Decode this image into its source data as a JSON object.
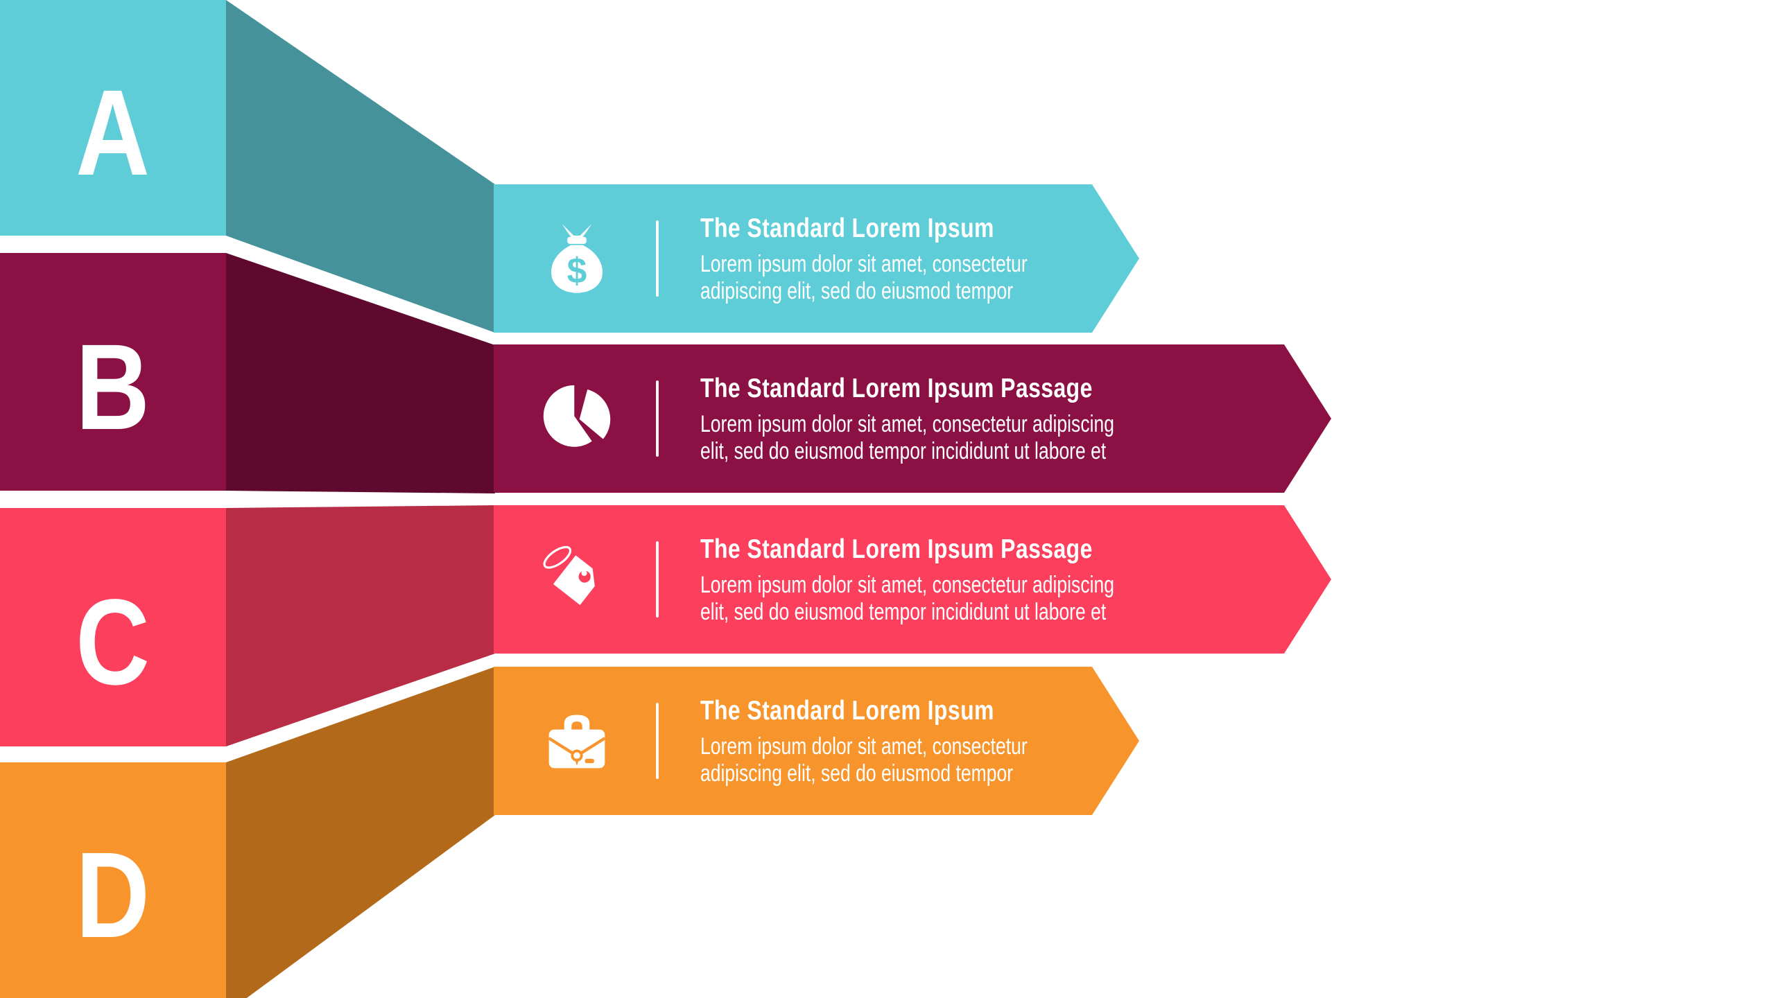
{
  "page": {
    "background": "#ffffff",
    "type": "four-step infographic list"
  },
  "rows": [
    {
      "letter": "A",
      "color": "#5ECDD8",
      "ribbon_color": "#45929A",
      "icon": "money-bag-icon",
      "currency_symbol": "$",
      "title": "The Standard Lorem Ipsum",
      "body_lines": [
        "Lorem ipsum dolor sit amet, consectetur",
        "adipiscing elit, sed do eiusmod tempor"
      ]
    },
    {
      "letter": "B",
      "color": "#8B1044",
      "ribbon_color": "#5F092F",
      "icon": "pie-chart-icon",
      "title": "The Standard Lorem Ipsum Passage",
      "body_lines": [
        "Lorem ipsum dolor sit amet, consectetur adipiscing",
        "elit, sed do eiusmod tempor incididunt ut labore et"
      ]
    },
    {
      "letter": "C",
      "color": "#FC3F5D",
      "ribbon_color": "#B82C46",
      "icon": "price-tag-icon",
      "title": "The Standard Lorem Ipsum Passage",
      "body_lines": [
        "Lorem ipsum dolor sit amet, consectetur adipiscing",
        "elit, sed do eiusmod tempor incididunt ut labore et"
      ]
    },
    {
      "letter": "D",
      "color": "#F7942B",
      "ribbon_color": "#B2691A",
      "icon": "briefcase-icon",
      "title": "The Standard Lorem Ipsum",
      "body_lines": [
        "Lorem ipsum dolor sit amet, consectetur",
        "adipiscing elit, sed do eiusmod tempor"
      ]
    }
  ]
}
